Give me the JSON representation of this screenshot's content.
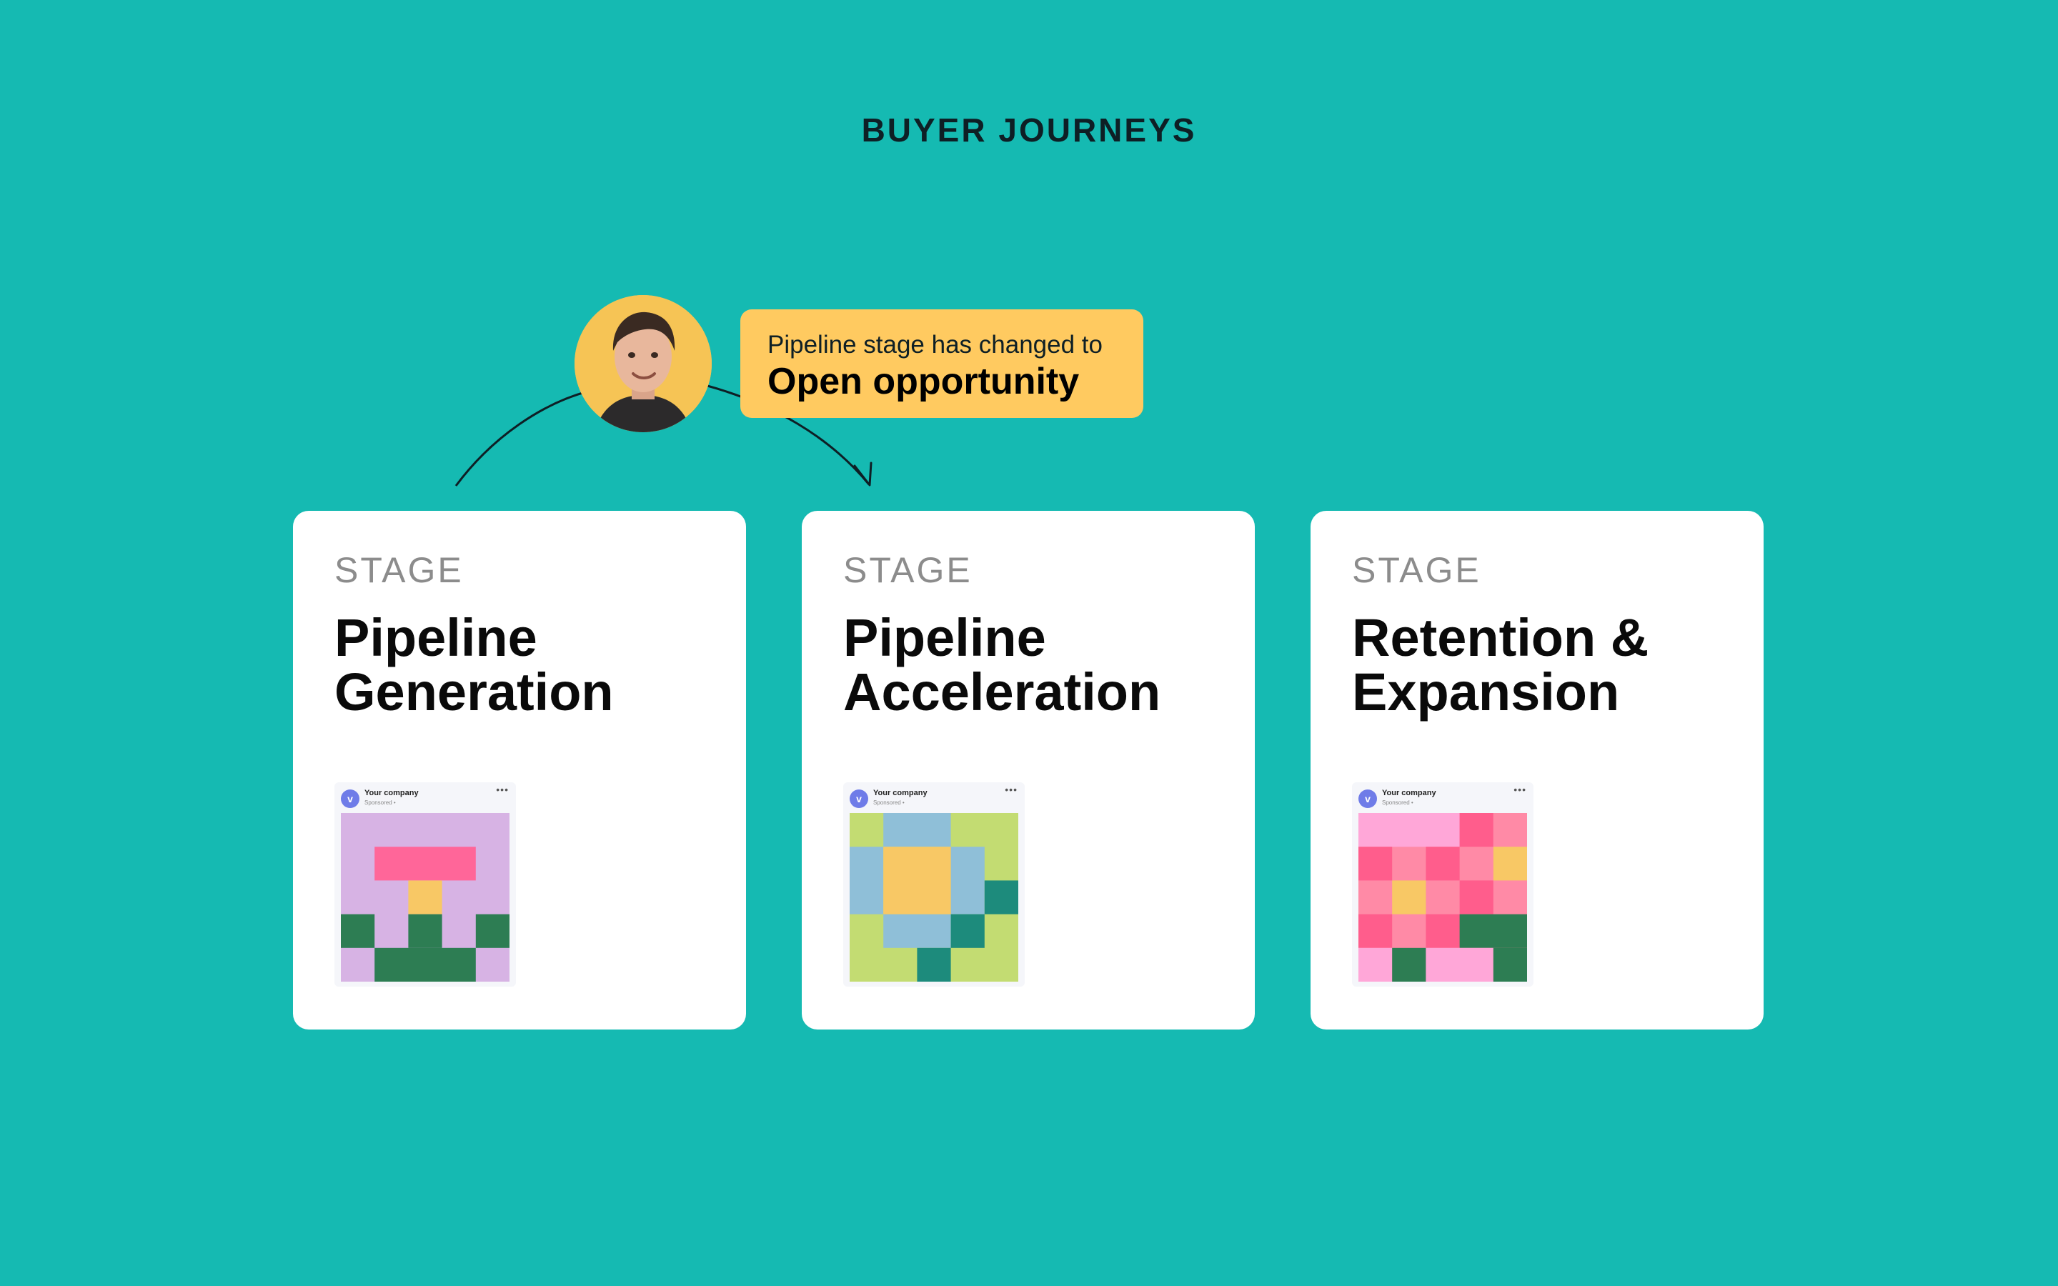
{
  "page": {
    "title": "BUYER JOURNEYS"
  },
  "notification": {
    "line": "Pipeline stage has changed to",
    "status": "Open opportunity"
  },
  "stages": [
    {
      "eyebrow": "STAGE",
      "title": "Pipeline Generation",
      "ad": {
        "company": "Your company",
        "sponsored": "Sponsored •",
        "more": "•••"
      }
    },
    {
      "eyebrow": "STAGE",
      "title": "Pipeline Acceleration",
      "ad": {
        "company": "Your company",
        "sponsored": "Sponsored •",
        "more": "•••"
      }
    },
    {
      "eyebrow": "STAGE",
      "title": "Retention & Expansion",
      "ad": {
        "company": "Your company",
        "sponsored": "Sponsored •",
        "more": "•••"
      }
    }
  ],
  "colors": {
    "background": "#15BAB2",
    "notification": "#FFCA60",
    "avatar_ring": "#F6C455"
  },
  "icons": [
    "person-avatar-icon",
    "curved-arrow-icon",
    "company-logo-icon",
    "more-options-icon"
  ]
}
